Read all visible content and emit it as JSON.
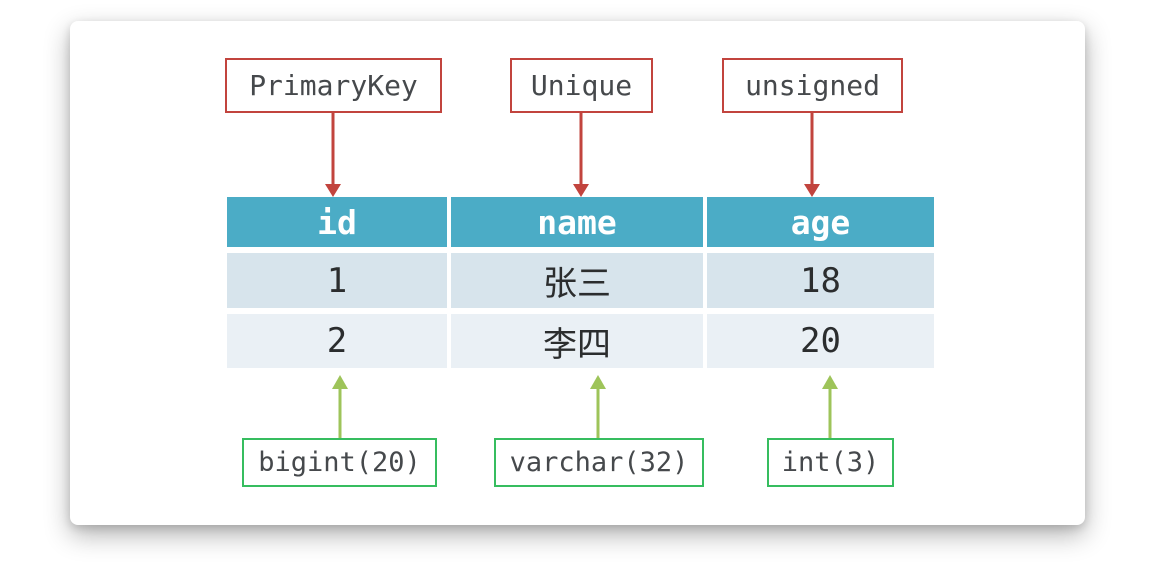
{
  "diagram": {
    "top_annotations": [
      {
        "label": "PrimaryKey",
        "target_column": "id"
      },
      {
        "label": "Unique",
        "target_column": "name"
      },
      {
        "label": "unsigned",
        "target_column": "age"
      }
    ],
    "bottom_annotations": [
      {
        "label": "bigint(20)",
        "target_column": "id"
      },
      {
        "label": "varchar(32)",
        "target_column": "name"
      },
      {
        "label": "int(3)",
        "target_column": "age"
      }
    ],
    "table": {
      "columns": [
        "id",
        "name",
        "age"
      ],
      "rows": [
        [
          "1",
          "张三",
          "18"
        ],
        [
          "2",
          "李四",
          "20"
        ]
      ]
    },
    "colors": {
      "header_bg": "#4bacc6",
      "header_text": "#ffffff",
      "row1_bg": "#d7e4ec",
      "row2_bg": "#eaf0f5",
      "top_annotation_border": "#c2443e",
      "down_arrow": "#c2443e",
      "bottom_annotation_border": "#36bd5f",
      "up_arrow": "#9ec45a",
      "label_text": "#46494c"
    }
  }
}
